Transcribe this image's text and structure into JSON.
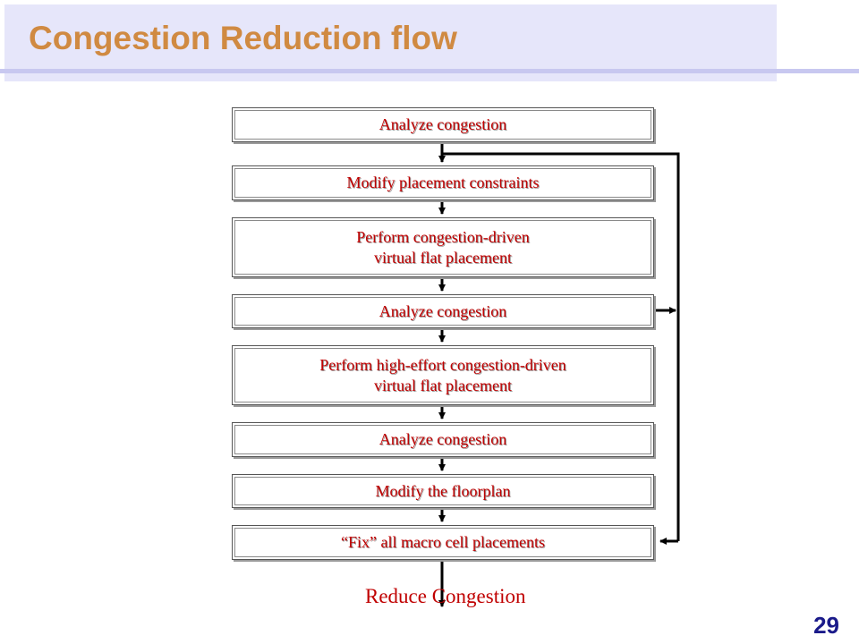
{
  "slide": {
    "title": "Congestion Reduction flow",
    "page_number": "29"
  },
  "flow": {
    "steps": [
      "Analyze  congestion",
      "Modify placement  constraints",
      "Perform congestion-driven\nvirtual flat placement",
      "Analyze  congestion",
      "Perform high-effort  congestion-driven\nvirtual flat placement",
      "Analyze  congestion",
      "Modify the floorplan",
      "“Fix”  all macro cell placements"
    ],
    "output_label": "Reduce   Congestion"
  },
  "colors": {
    "title": "#d08a42",
    "title_band": "#e6e6fa",
    "step_text": "#c00000",
    "connector": "#000000",
    "page_number": "#1a1a8a"
  }
}
